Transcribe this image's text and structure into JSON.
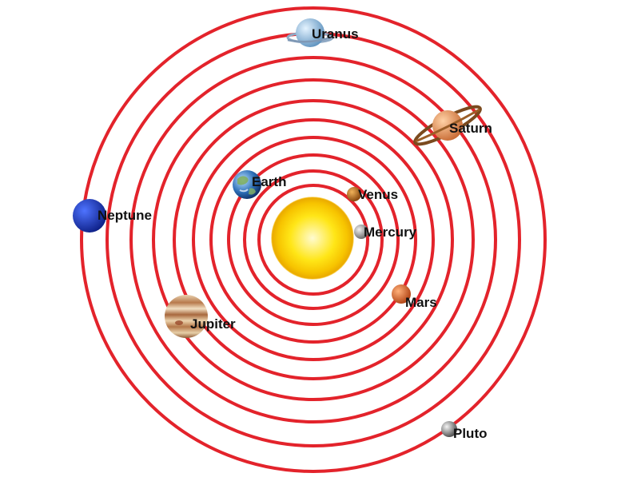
{
  "colors": {
    "orbit": "#e3232b",
    "background": "#ffffff",
    "label": "#111111"
  },
  "sun": {
    "icon": "sun-icon"
  },
  "planets": {
    "mercury": {
      "label": "Mercury",
      "icon": "mercury-icon"
    },
    "venus": {
      "label": "Venus",
      "icon": "venus-icon"
    },
    "earth": {
      "label": "Earth",
      "icon": "earth-icon"
    },
    "mars": {
      "label": "Mars",
      "icon": "mars-icon"
    },
    "jupiter": {
      "label": "Jupiter",
      "icon": "jupiter-icon"
    },
    "saturn": {
      "label": "Saturn",
      "icon": "saturn-icon"
    },
    "uranus": {
      "label": "Uranus",
      "icon": "uranus-icon"
    },
    "neptune": {
      "label": "Neptune",
      "icon": "neptune-icon"
    },
    "pluto": {
      "label": "Pluto",
      "icon": "pluto-icon"
    }
  }
}
